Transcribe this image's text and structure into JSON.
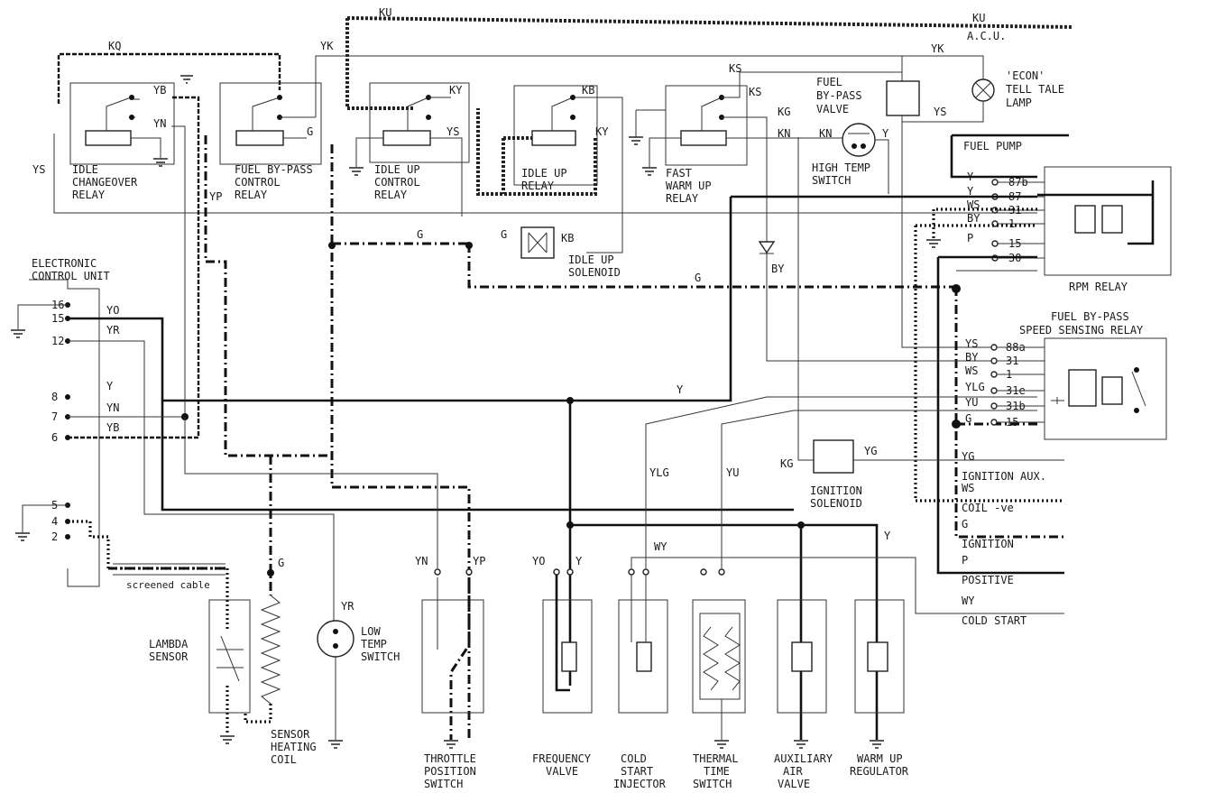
{
  "wire_codes": {
    "ku_top": "KU",
    "ku_right": "KU",
    "kq": "KQ",
    "yk_left": "YK",
    "yk_right": "YK",
    "ys_right": "YS",
    "yb": "YB",
    "yn": "YN",
    "ys_left": "YS",
    "g_relay": "G",
    "ky1": "KY",
    "ys_mid": "YS",
    "kb": "KB",
    "ky2": "KY",
    "ks1": "KS",
    "ks2": "KS",
    "kg": "KG",
    "kn1": "KN",
    "kn2": "KN",
    "y_ht": "Y",
    "yp": "YP",
    "g1": "G",
    "g2": "G",
    "kb2": "KB",
    "by": "BY",
    "g3": "G",
    "yo": "YO",
    "yr": "YR",
    "y_ecu": "Y",
    "yn_ecu": "YN",
    "yb_ecu": "YB",
    "y_mid": "Y",
    "ylg": "YLG",
    "yu": "YU",
    "kg2": "KG",
    "yg": "YG",
    "wy": "WY",
    "y_reg": "Y",
    "g_tps": "G",
    "yr_low": "YR",
    "yn_tps": "YN",
    "yp_tps": "YP",
    "yo_fv": "YO",
    "y_fv": "Y"
  },
  "components": {
    "acu": "A.C.U.",
    "econ_lamp": [
      "'ECON'",
      "TELL TALE",
      "LAMP"
    ],
    "fuel_bypass_valve": [
      "FUEL",
      "BY-PASS",
      "VALVE"
    ],
    "idle_changeover_relay": [
      "IDLE",
      "CHANGEOVER",
      "RELAY"
    ],
    "fuel_bypass_control_relay": [
      "FUEL BY-PASS",
      "CONTROL",
      "RELAY"
    ],
    "idle_up_control_relay": [
      "IDLE UP",
      "CONTROL",
      "RELAY"
    ],
    "idle_up_relay": [
      "IDLE UP",
      "RELAY"
    ],
    "fast_warm_up_relay": [
      "FAST",
      "WARM UP",
      "RELAY"
    ],
    "high_temp_switch": [
      "HIGH TEMP",
      "SWITCH"
    ],
    "fuel_pump": "FUEL PUMP",
    "rpm_relay": "RPM RELAY",
    "ecu": [
      "ELECTRONIC",
      "CONTROL UNIT"
    ],
    "idle_up_solenoid": [
      "IDLE UP",
      "SOLENOID"
    ],
    "speed_sensing_relay": [
      "FUEL BY-PASS",
      "SPEED SENSING RELAY"
    ],
    "ignition_solenoid": [
      "IGNITION",
      "SOLENOID"
    ],
    "screened_cable": "screened cable",
    "lambda_sensor": [
      "LAMBDA",
      "SENSOR"
    ],
    "sensor_heating_coil": [
      "SENSOR",
      "HEATING",
      "COIL"
    ],
    "low_temp_switch": [
      "LOW",
      "TEMP",
      "SWITCH"
    ],
    "throttle_position_switch": [
      "THROTTLE",
      "POSITION",
      "SWITCH"
    ],
    "frequency_valve": [
      "FREQUENCY",
      "VALVE"
    ],
    "cold_start_injector": [
      "COLD",
      "START",
      "INJECTOR"
    ],
    "thermal_time_switch": [
      "THERMAL",
      "TIME",
      "SWITCH"
    ],
    "auxiliary_air_valve": [
      "AUXILIARY",
      "AIR",
      "VALVE"
    ],
    "warm_up_regulator": [
      "WARM UP",
      "REGULATOR"
    ]
  },
  "ecu_pins": [
    "16",
    "15",
    "12",
    "8",
    "7",
    "6",
    "5",
    "4",
    "2"
  ],
  "rpm_relay_pins": [
    {
      "wire": "Y",
      "pin": "87b"
    },
    {
      "wire": "Y",
      "pin": "87"
    },
    {
      "wire": "WS",
      "pin": "31"
    },
    {
      "wire": "BY",
      "pin": "1"
    },
    {
      "wire": "P",
      "pin": "15"
    },
    {
      "wire": "",
      "pin": "30"
    }
  ],
  "speed_relay_pins": [
    {
      "wire": "YS",
      "pin": "88a"
    },
    {
      "wire": "BY",
      "pin": "31"
    },
    {
      "wire": "WS",
      "pin": "1"
    },
    {
      "wire": "YLG",
      "pin": "31e"
    },
    {
      "wire": "YU",
      "pin": "31b"
    },
    {
      "wire": "G",
      "pin": "15"
    }
  ],
  "harness": [
    {
      "code": "YG",
      "name": "IGNITION AUX."
    },
    {
      "code": "WS",
      "name": "COIL -ve"
    },
    {
      "code": "G",
      "name": "IGNITION"
    },
    {
      "code": "P",
      "name": "POSITIVE"
    },
    {
      "code": "WY",
      "name": "COLD START"
    }
  ]
}
